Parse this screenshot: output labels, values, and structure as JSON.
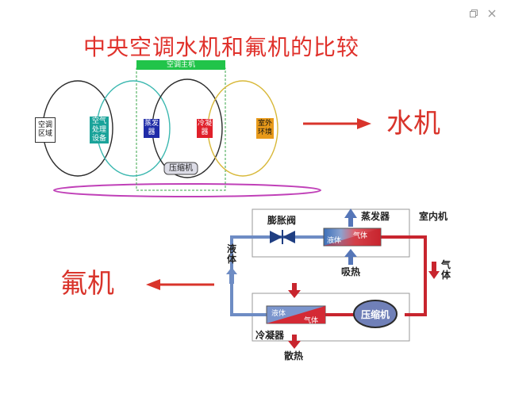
{
  "title": "中央空调水机和氟机的比较",
  "window": {
    "restore_icon": "restore-icon",
    "close_icon": "close-icon"
  },
  "water_diagram": {
    "main_unit_label": "空调主机",
    "boxes": [
      "空调区域",
      "空气处理设备",
      "蒸发器",
      "冷凝器",
      "室外环境"
    ],
    "compressor": "压缩机",
    "colors": {
      "box1": "#ffffff",
      "box2": "#1aa39a",
      "box3": "#1f2ba8",
      "box4": "#e0202a",
      "box5": "#e89a1a",
      "green": "#21c44a"
    }
  },
  "water_label": "水机",
  "freon_label": "氟机",
  "freon_diagram": {
    "expansion_valve": "膨胀阀",
    "evaporator": "蒸发器",
    "indoor_unit": "室内机",
    "absorb_heat": "吸热",
    "liquid_left": "液体",
    "gas_right": "气体",
    "evap_liquid": "液体",
    "evap_gas": "气体",
    "cond_liquid": "液体",
    "cond_gas": "气体",
    "compressor": "压缩机",
    "condenser": "冷凝器",
    "release_heat": "散热"
  }
}
